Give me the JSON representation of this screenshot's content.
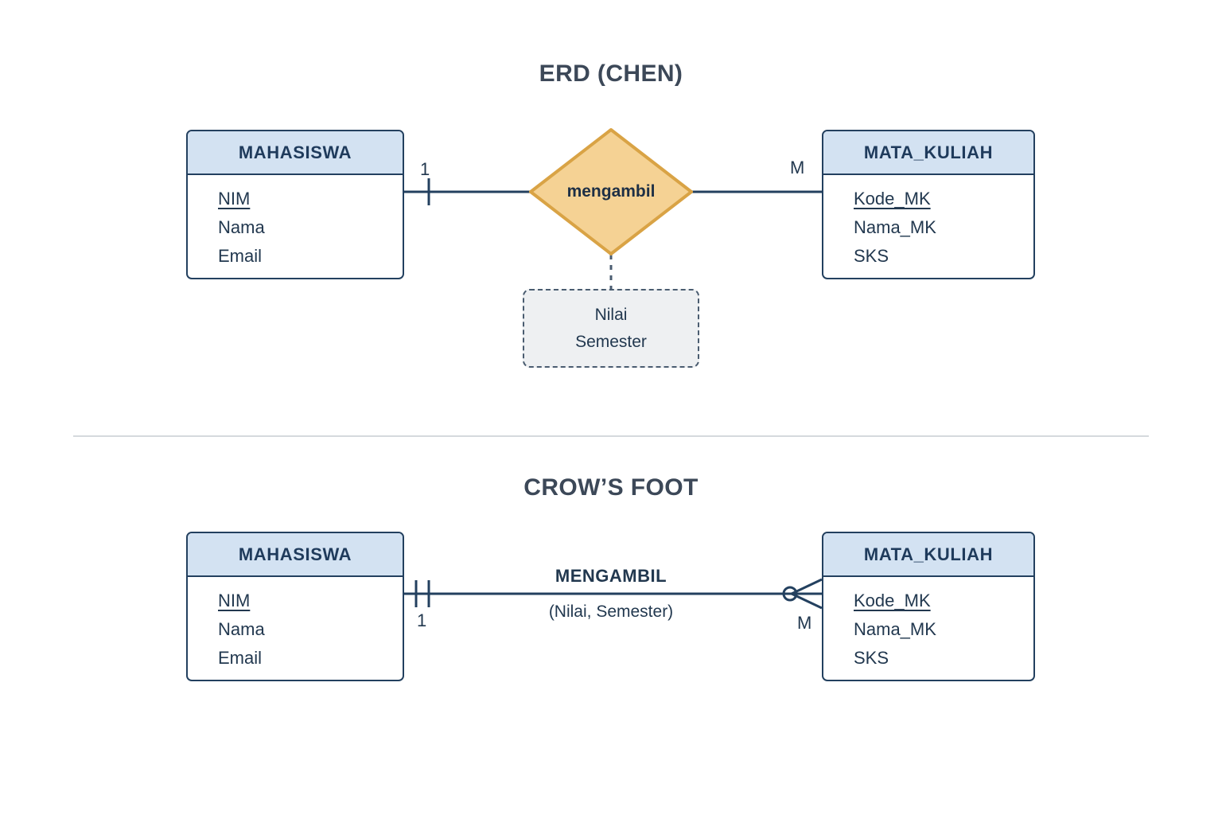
{
  "sections": [
    {
      "id": "chen",
      "title": "ERD (CHEN)",
      "notation": "chen",
      "entities": [
        {
          "name": "MAHASISWA",
          "attributes": [
            {
              "label": "NIM",
              "primary_key": true
            },
            {
              "label": "Nama",
              "primary_key": false
            },
            {
              "label": "Email",
              "primary_key": false
            }
          ]
        },
        {
          "name": "MATA_KULIAH",
          "attributes": [
            {
              "label": "Kode_MK",
              "primary_key": true
            },
            {
              "label": "Nama_MK",
              "primary_key": false
            },
            {
              "label": "SKS",
              "primary_key": false
            }
          ]
        }
      ],
      "relationship": {
        "label": "mengambil",
        "left_cardinality": "1",
        "right_cardinality": "M",
        "attributes": [
          "Nilai",
          "Semester"
        ]
      }
    },
    {
      "id": "crow",
      "title": "CROW’S FOOT",
      "notation": "crows-foot",
      "entities": [
        {
          "name": "MAHASISWA",
          "attributes": [
            {
              "label": "NIM",
              "primary_key": true
            },
            {
              "label": "Nama",
              "primary_key": false
            },
            {
              "label": "Email",
              "primary_key": false
            }
          ]
        },
        {
          "name": "MATA_KULIAH",
          "attributes": [
            {
              "label": "Kode_MK",
              "primary_key": true
            },
            {
              "label": "Nama_MK",
              "primary_key": false
            },
            {
              "label": "SKS",
              "primary_key": false
            }
          ]
        }
      ],
      "relationship": {
        "label": "MENGAMBIL",
        "attributes_inline": "(Nilai, Semester)",
        "left_cardinality": "1",
        "right_cardinality": "M"
      }
    }
  ],
  "colors": {
    "line": "#23405f",
    "entity_header_fill": "#d3e2f2",
    "entity_border": "#23405f",
    "diamond_fill": "#f5d294",
    "diamond_border": "#d9a345",
    "attr_box_fill": "#eef0f2",
    "attr_box_border": "#4a5c70",
    "title_text": "#3c4858",
    "divider": "#d5d9dd",
    "background": "#ffffff"
  }
}
